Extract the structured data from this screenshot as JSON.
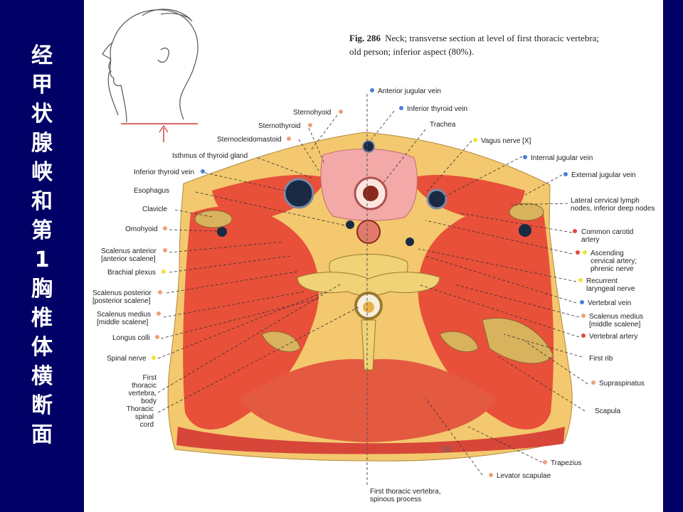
{
  "slide_title_chars": [
    "经",
    "甲",
    "状",
    "腺",
    "峡",
    "和",
    "第",
    "1",
    "胸",
    "椎",
    "体",
    "横",
    "断",
    "面"
  ],
  "caption": {
    "fig_no": "Fig. 286",
    "line1": "Neck; transverse section at level of first thoracic vertebra;",
    "line2": "old person; inferior aspect (80%)."
  },
  "signature": "SK",
  "colors": {
    "background": "#000066",
    "muscle": "#e8503a",
    "fat": "#f3c86e",
    "vein_dot": "#4a7ed8",
    "artery_dot": "#e04a3a",
    "nerve_dot": "#f2e23a",
    "muscle_dot": "#f0a07a"
  },
  "labels": [
    {
      "id": "anterior-jugular-vein",
      "text": "Anterior jugular vein",
      "dot": "vein"
    },
    {
      "id": "sternohyoid",
      "text": "Sternohyoid",
      "dot": "muscle"
    },
    {
      "id": "inferior-thyroid-vein-r",
      "text": "Inferior thyroid vein",
      "dot": "vein"
    },
    {
      "id": "sternothyroid",
      "text": "Sternothyroid",
      "dot": "muscle"
    },
    {
      "id": "trachea",
      "text": "Trachea",
      "dot": ""
    },
    {
      "id": "sternocleidomastoid",
      "text": "Sternocleidomastoid",
      "dot": "muscle"
    },
    {
      "id": "vagus-nerve",
      "text": "Vagus nerve [X]",
      "dot": "nerve"
    },
    {
      "id": "isthmus",
      "text": "Isthmus of thyroid gland",
      "dot": ""
    },
    {
      "id": "internal-jugular-vein",
      "text": "Internal jugular vein",
      "dot": "vein"
    },
    {
      "id": "inferior-thyroid-vein-l",
      "text": "Inferior thyroid vein",
      "dot": "vein"
    },
    {
      "id": "external-jugular-vein",
      "text": "External jugular vein",
      "dot": "vein"
    },
    {
      "id": "esophagus",
      "text": "Esophagus",
      "dot": ""
    },
    {
      "id": "lymph-nodes-1",
      "text": "Lateral cervical lymph",
      "dot": ""
    },
    {
      "id": "lymph-nodes-2",
      "text": "nodes, inferior deep nodes",
      "dot": ""
    },
    {
      "id": "clavicle",
      "text": "Clavicle",
      "dot": ""
    },
    {
      "id": "omohyoid",
      "text": "Omohyoid",
      "dot": "muscle"
    },
    {
      "id": "common-carotid-1",
      "text": "Common carotid",
      "dot": "artery"
    },
    {
      "id": "common-carotid-2",
      "text": "artery",
      "dot": ""
    },
    {
      "id": "scalenus-anterior-1",
      "text": "Scalenus anterior",
      "dot": "muscle"
    },
    {
      "id": "scalenus-anterior-2",
      "text": "[anterior scalene]",
      "dot": ""
    },
    {
      "id": "ascending-cervical-1",
      "text": "Ascending",
      "dot": "artery-nerve"
    },
    {
      "id": "ascending-cervical-2",
      "text": "cervical artery;",
      "dot": ""
    },
    {
      "id": "ascending-cervical-3",
      "text": "phrenic nerve",
      "dot": ""
    },
    {
      "id": "brachial-plexus",
      "text": "Brachial plexus",
      "dot": "nerve"
    },
    {
      "id": "recurrent-laryngeal-1",
      "text": "Recurrent",
      "dot": "nerve"
    },
    {
      "id": "recurrent-laryngeal-2",
      "text": "laryngeal nerve",
      "dot": ""
    },
    {
      "id": "scalenus-posterior-1",
      "text": "Scalenus posterior",
      "dot": "muscle"
    },
    {
      "id": "scalenus-posterior-2",
      "text": "[posterior scalene]",
      "dot": ""
    },
    {
      "id": "vertebral-vein",
      "text": "Vertebral vein",
      "dot": "vein"
    },
    {
      "id": "scalenus-medius-l1",
      "text": "Scalenus medius",
      "dot": "muscle"
    },
    {
      "id": "scalenus-medius-l2",
      "text": "[middle scalene]",
      "dot": ""
    },
    {
      "id": "scalenus-medius-r1",
      "text": "Scalenus medius",
      "dot": "muscle"
    },
    {
      "id": "scalenus-medius-r2",
      "text": "[middle scalene]",
      "dot": ""
    },
    {
      "id": "vertebral-artery",
      "text": "Vertebral artery",
      "dot": "artery"
    },
    {
      "id": "longus-colli",
      "text": "Longus colli",
      "dot": "muscle"
    },
    {
      "id": "first-rib",
      "text": "First rib",
      "dot": ""
    },
    {
      "id": "spinal-nerve",
      "text": "Spinal nerve",
      "dot": "nerve"
    },
    {
      "id": "supraspinatus",
      "text": "Supraspinatus",
      "dot": "muscle"
    },
    {
      "id": "t1-body-1",
      "text": "First",
      "dot": ""
    },
    {
      "id": "t1-body-2",
      "text": "thoracic",
      "dot": ""
    },
    {
      "id": "t1-body-3",
      "text": "vertebra,",
      "dot": ""
    },
    {
      "id": "t1-body-4",
      "text": "body",
      "dot": ""
    },
    {
      "id": "spinal-cord-1",
      "text": "Thoracic",
      "dot": ""
    },
    {
      "id": "spinal-cord-2",
      "text": "spinal",
      "dot": ""
    },
    {
      "id": "spinal-cord-3",
      "text": "cord",
      "dot": ""
    },
    {
      "id": "scapula",
      "text": "Scapula",
      "dot": ""
    },
    {
      "id": "trapezius",
      "text": "Trapezius",
      "dot": "muscle"
    },
    {
      "id": "levator-scapulae",
      "text": "Levator scapulae",
      "dot": "muscle"
    },
    {
      "id": "spinous-process-1",
      "text": "First thoracic vertebra,",
      "dot": ""
    },
    {
      "id": "spinous-process-2",
      "text": "spinous process",
      "dot": ""
    }
  ]
}
